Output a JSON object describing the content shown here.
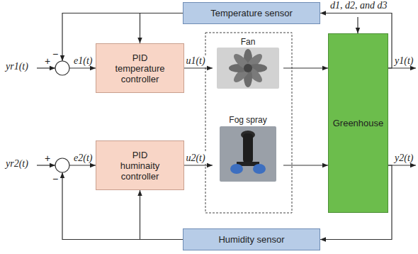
{
  "diagram": {
    "nodes": [
      {
        "text": [
          "Temperature sensor"
        ]
      },
      {
        "text": [
          "PID temperature controller"
        ]
      },
      {
        "text": [
          "Fan"
        ]
      },
      {
        "text": [
          "Fog spray"
        ]
      },
      {
        "text": [
          "Greenhouse"
        ]
      },
      {
        "text": [
          "PID huminaity controller"
        ]
      },
      {
        "text": [
          "Humidity sensor"
        ]
      }
    ],
    "edges": [
      {
        "from": 1,
        "to": 2,
        "label": "u1(t)",
        "arrow": "to"
      },
      {
        "from": 2,
        "to": 4,
        "arrow": "to"
      },
      {
        "from": 5,
        "to": 3,
        "label": "u2(t)",
        "arrow": "to"
      },
      {
        "from": 3,
        "to": 4,
        "arrow": "to"
      },
      {
        "from": 4,
        "to": 0,
        "arrow": "to"
      },
      {
        "from": 4,
        "to": 6,
        "arrow": "to"
      },
      {
        "from": 0,
        "to": 1,
        "arrow": "to"
      },
      {
        "from": 6,
        "to": 5,
        "arrow": "to"
      }
    ],
    "labels": [
      "d1, d2, and d3",
      "yr1(t)",
      "+",
      "−",
      "e1(t)",
      "y1(t)",
      "yr2(t)",
      "+",
      "e2(t)",
      "−",
      "y2(t)"
    ]
  }
}
